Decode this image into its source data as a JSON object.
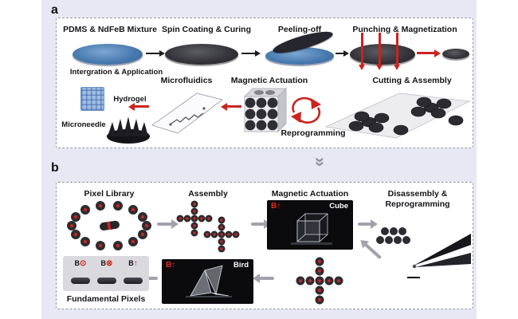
{
  "figure": {
    "panel_a_label": "a",
    "panel_b_label": "b"
  },
  "panel_a": {
    "steps": {
      "pdms": "PDMS & NdFeB Mixture",
      "spin": "Spin Coating & Curing",
      "peel": "Peeling-off",
      "punch": "Punching & Magnetization",
      "cutting": "Cutting & Assembly",
      "reprogramming": "Reprogramming",
      "actuation": "Magnetic Actuation",
      "microfluidics": "Microfluidics",
      "integration": "Intergration & Application",
      "hydrogel": "Hydrogel",
      "microneedle": "Microneedle"
    }
  },
  "panel_b": {
    "labels": {
      "pixel_library": "Pixel Library",
      "assembly": "Assembly",
      "actuation": "Magnetic Actuation",
      "disassembly": "Disassembly & Reprogramming",
      "fundamental": "Fundamental Pixels"
    },
    "captions": {
      "cube": "Cube",
      "bird": "Bird"
    },
    "b_label": "B",
    "symbols": {
      "up": "↑",
      "out": "⊙",
      "in": "⊗"
    }
  },
  "colors": {
    "background": "#e8e8f4",
    "panel": "#ffffff",
    "blue_disk": "#4a7bb0",
    "dark_disk": "#2b2b30",
    "red": "#c9241f",
    "gray_arrow": "#a2a2ac"
  }
}
